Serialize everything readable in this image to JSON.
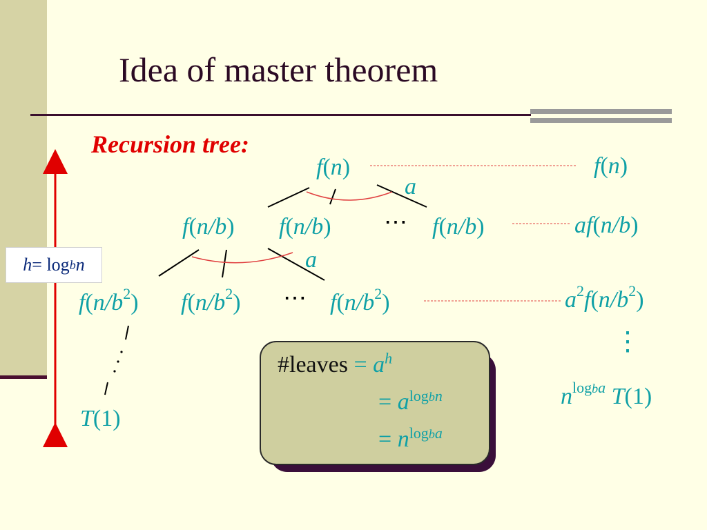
{
  "slide": {
    "title": "Idea of master theorem",
    "subtitle": "Recursion tree:"
  },
  "tree": {
    "root": {
      "f": "f",
      "open": "(",
      "arg": "n",
      "close": ")"
    },
    "branch_label_1": "a",
    "branch_label_2": "a",
    "level1_arg": "n/b",
    "level2_arg": "n/b",
    "level2_exp": "2",
    "dots": "⋯",
    "leaf": {
      "fn": "T",
      "arg": "(1)"
    }
  },
  "height": {
    "h": "h",
    "eq": " = log",
    "base": "b",
    "n": "n"
  },
  "level_costs": {
    "row0": {
      "f": "f",
      "arg": "n"
    },
    "row1": {
      "a": "a",
      "f": "f",
      "arg": "n/b"
    },
    "row2": {
      "a": "a",
      "aexp": "2",
      "f": "f",
      "arg": "n/b",
      "exp": "2"
    },
    "vdots": "⋮",
    "leaf_row": {
      "n": "n",
      "log": "log",
      "b": "b",
      "a": "a",
      "T": "T",
      "one": "(1)"
    }
  },
  "leaves_box": {
    "label": "#leaves",
    "eq": "=",
    "a": "a",
    "h": "h",
    "log": "log",
    "b": "b",
    "n": "n"
  }
}
